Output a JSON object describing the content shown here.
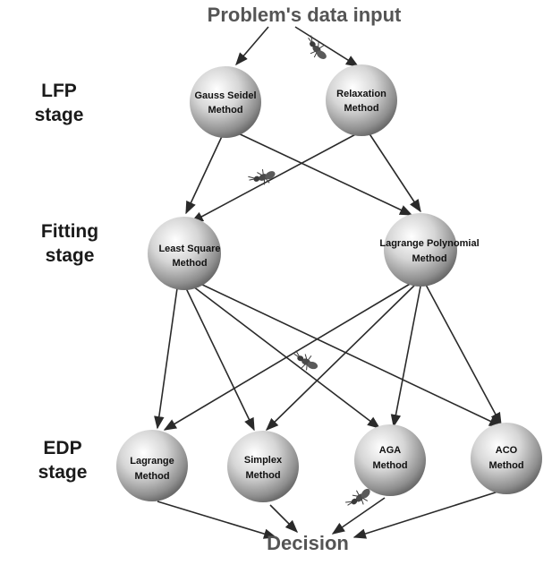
{
  "title": "Problem's data input",
  "decision": "Decision",
  "stages": {
    "lfp": [
      "LFP",
      "stage"
    ],
    "fitting": [
      "Fitting",
      "stage"
    ],
    "edp": [
      "EDP",
      "stage"
    ]
  },
  "nodes": {
    "gauss_seidel": [
      "Gauss Seidel",
      "Method"
    ],
    "relaxation": [
      "Relaxation",
      "Method"
    ],
    "least_square": [
      "Least Square",
      "Method"
    ],
    "lagrange_polynomial": [
      "Lagrange Polynomial",
      "Method"
    ],
    "lagrange": [
      "Lagrange",
      "Method"
    ],
    "simplex": [
      "Simplex",
      "Method"
    ],
    "aga": [
      "AGA",
      "Method"
    ],
    "aco": [
      "ACO",
      "Method"
    ]
  },
  "edges": [
    [
      "input",
      "gauss_seidel"
    ],
    [
      "input",
      "relaxation"
    ],
    [
      "gauss_seidel",
      "least_square"
    ],
    [
      "gauss_seidel",
      "lagrange_polynomial"
    ],
    [
      "relaxation",
      "least_square"
    ],
    [
      "relaxation",
      "lagrange_polynomial"
    ],
    [
      "least_square",
      "lagrange"
    ],
    [
      "least_square",
      "simplex"
    ],
    [
      "least_square",
      "aga"
    ],
    [
      "least_square",
      "aco"
    ],
    [
      "lagrange_polynomial",
      "lagrange"
    ],
    [
      "lagrange_polynomial",
      "simplex"
    ],
    [
      "lagrange_polynomial",
      "aga"
    ],
    [
      "lagrange_polynomial",
      "aco"
    ],
    [
      "lagrange",
      "decision"
    ],
    [
      "simplex",
      "decision"
    ],
    [
      "aga",
      "decision"
    ],
    [
      "aco",
      "decision"
    ]
  ],
  "colors": {
    "sphere_light": "#ffffff",
    "sphere_mid": "#c8c8c8",
    "sphere_dark": "#7a7a7a",
    "edge": "#2a2a2a"
  },
  "icons": [
    "ant-icon"
  ]
}
